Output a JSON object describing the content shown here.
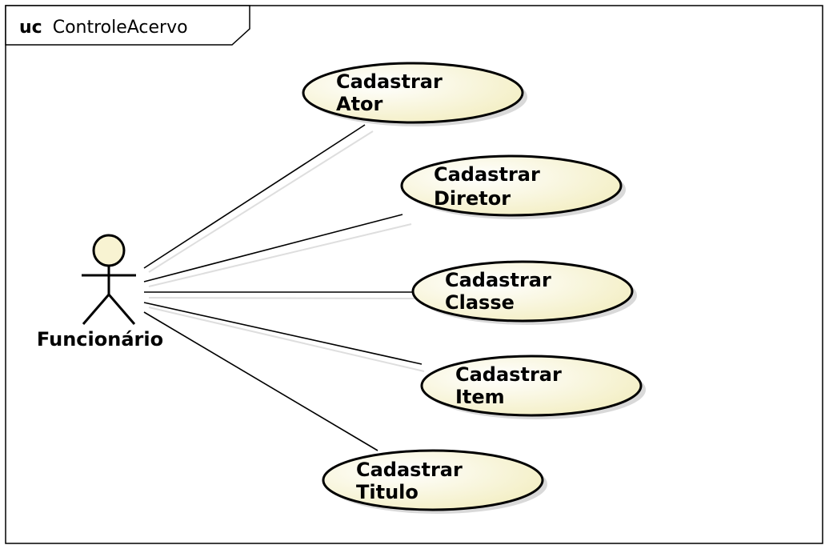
{
  "frame": {
    "keyword": "uc",
    "name": "ControleAcervo"
  },
  "actor": {
    "name": "Funcionário"
  },
  "use_cases": [
    {
      "line1": "Cadastrar",
      "line2": "Ator"
    },
    {
      "line1": "Cadastrar",
      "line2": "Diretor"
    },
    {
      "line1": "Cadastrar",
      "line2": "Classe"
    },
    {
      "line1": "Cadastrar",
      "line2": "Item"
    },
    {
      "line1": "Cadastrar",
      "line2": "Titulo"
    }
  ],
  "colors": {
    "usecase_fill": "#fbf7d6",
    "stroke": "#000000",
    "shadow": "#d8d8d8"
  }
}
